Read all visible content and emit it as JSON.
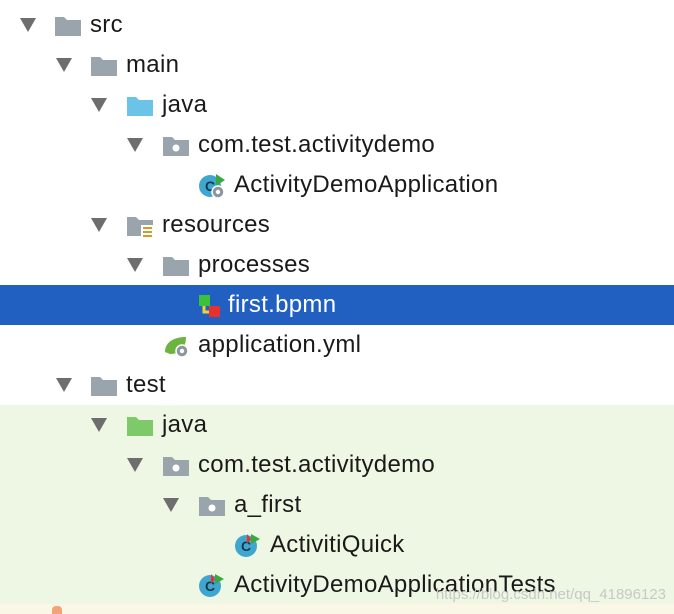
{
  "tree": {
    "nodes": [
      {
        "id": "src",
        "label": "src",
        "icon": "folder-icon",
        "expanded": true
      },
      {
        "id": "main",
        "label": "main",
        "icon": "folder-icon",
        "expanded": true
      },
      {
        "id": "main-java",
        "label": "java",
        "icon": "source-root-folder-icon",
        "expanded": true
      },
      {
        "id": "main-package",
        "label": "com.test.activitydemo",
        "icon": "package-folder-icon",
        "expanded": true
      },
      {
        "id": "app-class",
        "label": "ActivityDemoApplication",
        "icon": "spring-boot-class-icon"
      },
      {
        "id": "resources",
        "label": "resources",
        "icon": "resources-folder-icon",
        "expanded": true
      },
      {
        "id": "processes",
        "label": "processes",
        "icon": "folder-icon",
        "expanded": true
      },
      {
        "id": "first-bpmn",
        "label": "first.bpmn",
        "icon": "bpmn-file-icon",
        "selected": true
      },
      {
        "id": "app-yml",
        "label": "application.yml",
        "icon": "spring-config-icon"
      },
      {
        "id": "test",
        "label": "test",
        "icon": "folder-icon",
        "expanded": true
      },
      {
        "id": "test-java",
        "label": "java",
        "icon": "test-root-folder-icon",
        "expanded": true
      },
      {
        "id": "test-package",
        "label": "com.test.activitydemo",
        "icon": "package-folder-icon",
        "expanded": true
      },
      {
        "id": "a-first",
        "label": "a_first",
        "icon": "package-folder-icon",
        "expanded": true
      },
      {
        "id": "activiti-quick",
        "label": "ActivitiQuick",
        "icon": "runnable-class-icon"
      },
      {
        "id": "app-tests",
        "label": "ActivityDemoApplicationTests",
        "icon": "runnable-class-icon"
      }
    ]
  },
  "watermark": "https://blog.csdn.net/qq_41896123",
  "colors": {
    "selection": "#2160c0",
    "test_background": "#eef7e4",
    "folder": "#9aa4ad",
    "source_root": "#6cc3e8",
    "test_root": "#7ec96a",
    "class_circle": "#3fa7cf"
  }
}
